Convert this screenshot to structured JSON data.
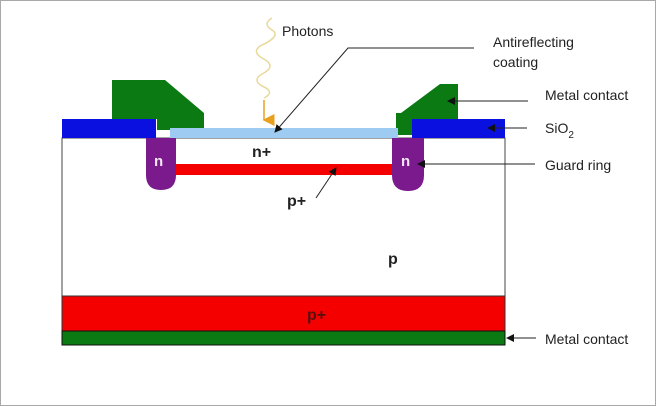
{
  "title": "Photodiode cross-section",
  "labels": {
    "photons": "Photons",
    "antireflecting_line1": "Antireflecting",
    "antireflecting_line2": "coating",
    "metal_contact_top": "Metal contact",
    "sio2_base": "SiO",
    "sio2_sub": "2",
    "guard_ring": "Guard ring",
    "metal_contact_bottom": "Metal contact"
  },
  "regions": {
    "n_plus": "n+",
    "p_plus_junction": "p+",
    "p_bulk": "p",
    "p_plus_bottom": "p+",
    "guard_left": "n",
    "guard_right": "n"
  },
  "colors": {
    "metal": "#0b7a13",
    "sio2": "#0a10e0",
    "coating": "#9ecbf2",
    "guard": "#7a1a8c",
    "p_plus": "#f50000",
    "photon": "#e8a020"
  }
}
